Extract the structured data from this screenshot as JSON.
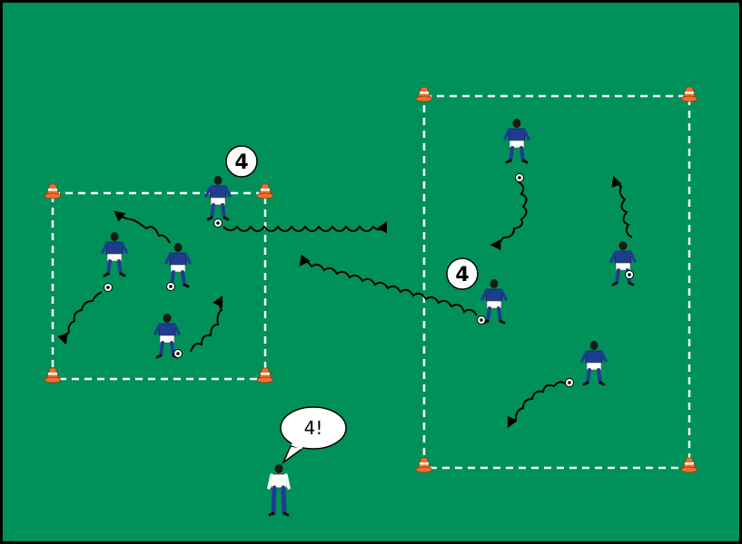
{
  "diagram": {
    "field_color": "#00915a",
    "border_color": "#000000",
    "line_color": "#ffffff",
    "cone_color": "#f07030",
    "player_shirt": "#1f3d8f",
    "coach_shirt": "#ffffff",
    "labels": {
      "small_grid_number": "4",
      "large_grid_number": "4",
      "coach_call": "4!"
    }
  }
}
